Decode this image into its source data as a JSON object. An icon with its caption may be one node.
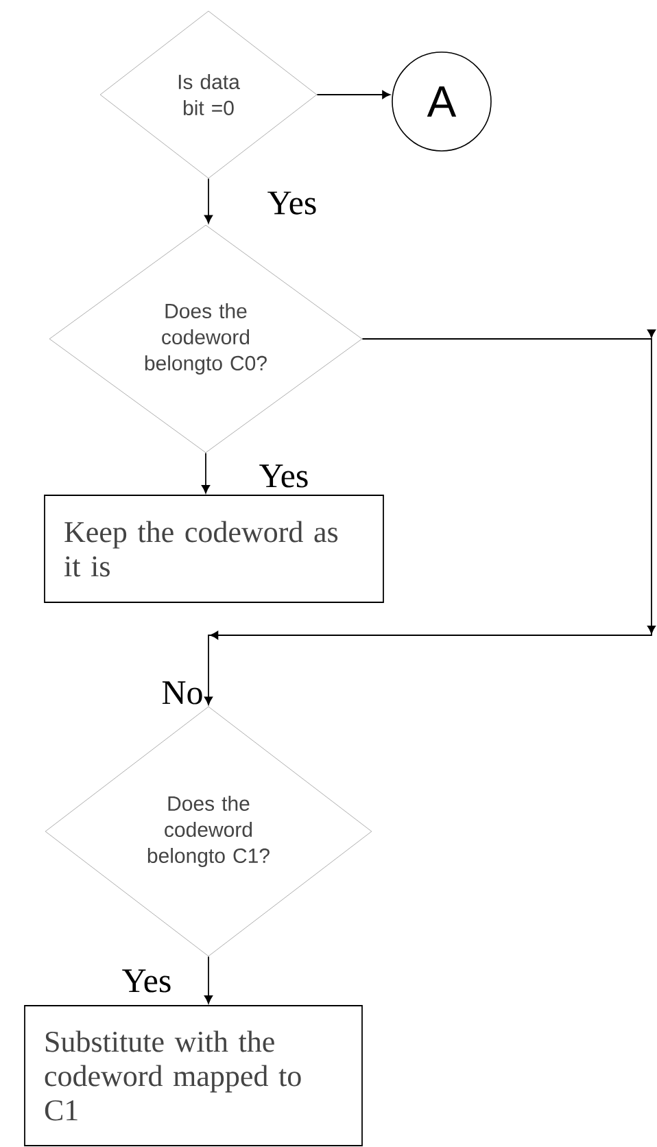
{
  "diagram": {
    "nodes": [
      {
        "text": [
          "Is data bit =0"
        ]
      },
      {
        "text": [
          "A"
        ]
      },
      {
        "text": [
          "Does the codeword belongto C0?"
        ]
      },
      {
        "text": [
          "Keep the codeword as it is"
        ]
      },
      {
        "text": [
          "Does the codeword belongto C1?"
        ]
      },
      {
        "text": [
          "Substitute with the codeword mapped to C1"
        ]
      }
    ],
    "edges": [
      {
        "from": 0,
        "to": 1,
        "arrow": "to"
      },
      {
        "from": 0,
        "to": 2,
        "arrow": "to",
        "label": "Yes"
      },
      {
        "from": 2,
        "to": 3,
        "arrow": "to",
        "label": "Yes"
      },
      {
        "from": 2,
        "to": 4,
        "arrow": "to",
        "label": "No"
      },
      {
        "from": 4,
        "to": 5,
        "arrow": "to",
        "label": "Yes"
      }
    ]
  }
}
